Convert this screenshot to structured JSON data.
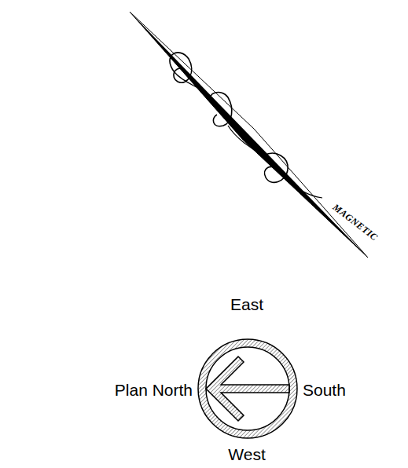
{
  "diagram": {
    "labels": [
      "MAGNETIC",
      "East",
      "Plan North",
      "South",
      "West"
    ]
  }
}
